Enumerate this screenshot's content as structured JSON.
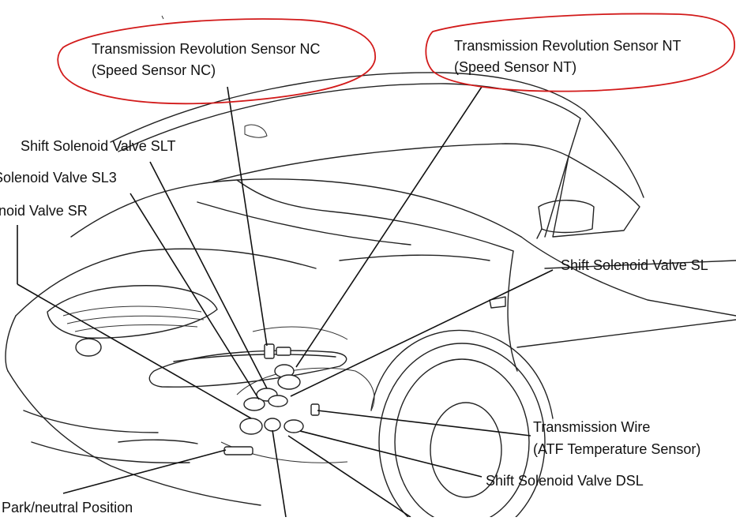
{
  "labels": {
    "nc_line1": "Transmission Revolution Sensor NC",
    "nc_line2": "(Speed Sensor NC)",
    "nt_line1": "Transmission Revolution Sensor NT",
    "nt_line2": "(Speed Sensor NT)",
    "slt": "Shift Solenoid Valve SLT",
    "sl3": "Solenoid Valve SL3",
    "sr": "noid Valve SR",
    "sl": "Shift Solenoid Valve SL",
    "wire_line1": "Transmission Wire",
    "wire_line2": "(ATF Temperature Sensor)",
    "dsl": "Shift Solenoid Valve DSL",
    "park": "Park/neutral Position"
  },
  "colors": {
    "annotation_circle": "#d21a1a",
    "line_art": "#222222"
  }
}
